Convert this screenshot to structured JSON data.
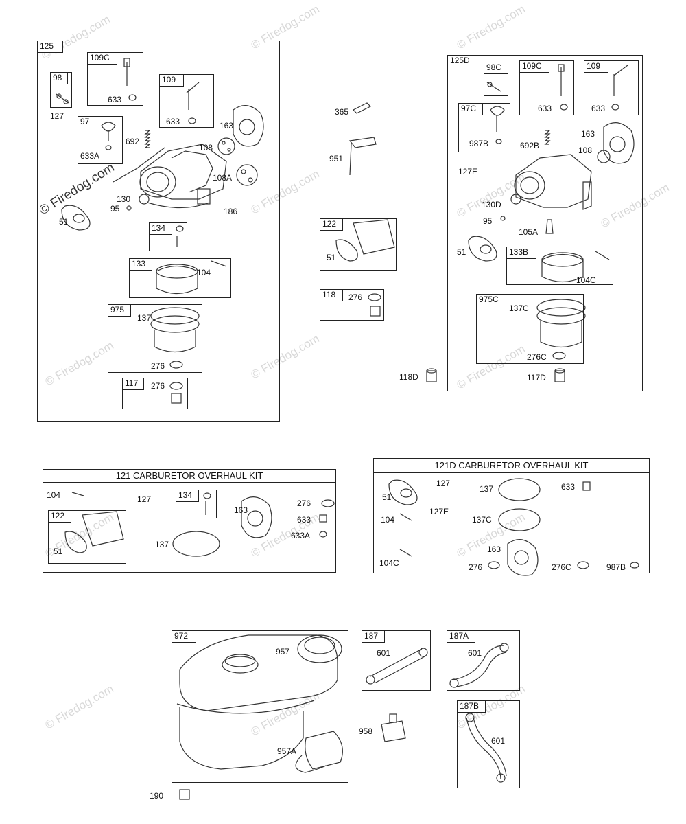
{
  "watermark": {
    "text": "© Firedog.com",
    "prominent_text": "© Firedog.com"
  },
  "group_125": {
    "tag": "125",
    "tag_109c": "109C",
    "tag_98": "98",
    "tag_109": "109",
    "tag_97": "97",
    "tag_134": "134",
    "tag_133": "133",
    "tag_975": "975",
    "tag_117": "117",
    "labels": {
      "l633a": "633",
      "l127": "127",
      "l633b": "633",
      "l692": "692",
      "l163": "163",
      "l108": "108",
      "l633A": "633A",
      "l108A": "108A",
      "l130": "130",
      "l95": "95",
      "l186": "186",
      "l51": "51",
      "l104": "104",
      "l137": "137",
      "l276a": "276",
      "l276b": "276"
    }
  },
  "loose_center": {
    "l365": "365",
    "l951": "951",
    "tag_122": "122",
    "l51": "51",
    "tag_118": "118",
    "l276": "276",
    "l118D": "118D"
  },
  "group_125D": {
    "tag": "125D",
    "tag_98c": "98C",
    "tag_109c": "109C",
    "tag_109": "109",
    "tag_97c": "97C",
    "tag_133b": "133B",
    "tag_975c": "975C",
    "labels": {
      "l633a": "633",
      "l633b": "633",
      "l987B": "987B",
      "l692B": "692B",
      "l163": "163",
      "l108": "108",
      "l127E": "127E",
      "l130D": "130D",
      "l95": "95",
      "l105A": "105A",
      "l51": "51",
      "l104C": "104C",
      "l137C": "137C",
      "l276C": "276C",
      "l117D": "117D"
    }
  },
  "kit_121": {
    "title": "121 CARBURETOR OVERHAUL KIT",
    "tag_134": "134",
    "tag_122": "122",
    "labels": {
      "l104": "104",
      "l127": "127",
      "l163": "163",
      "l276": "276",
      "l633": "633",
      "l633A": "633A",
      "l137": "137",
      "l51": "51"
    }
  },
  "kit_121D": {
    "title": "121D CARBURETOR OVERHAUL KIT",
    "labels": {
      "l51": "51",
      "l127": "127",
      "l137": "137",
      "l633": "633",
      "l104": "104",
      "l127E": "127E",
      "l137C": "137C",
      "l104C": "104C",
      "l163": "163",
      "l276": "276",
      "l276C": "276C",
      "l987B": "987B"
    }
  },
  "tank": {
    "tag": "972",
    "l957": "957",
    "l957A": "957A",
    "l190": "190",
    "l958": "958"
  },
  "hose_187": {
    "tag": "187",
    "l601": "601"
  },
  "hose_187A": {
    "tag": "187A",
    "l601": "601"
  },
  "hose_187B": {
    "tag": "187B",
    "l601": "601"
  }
}
